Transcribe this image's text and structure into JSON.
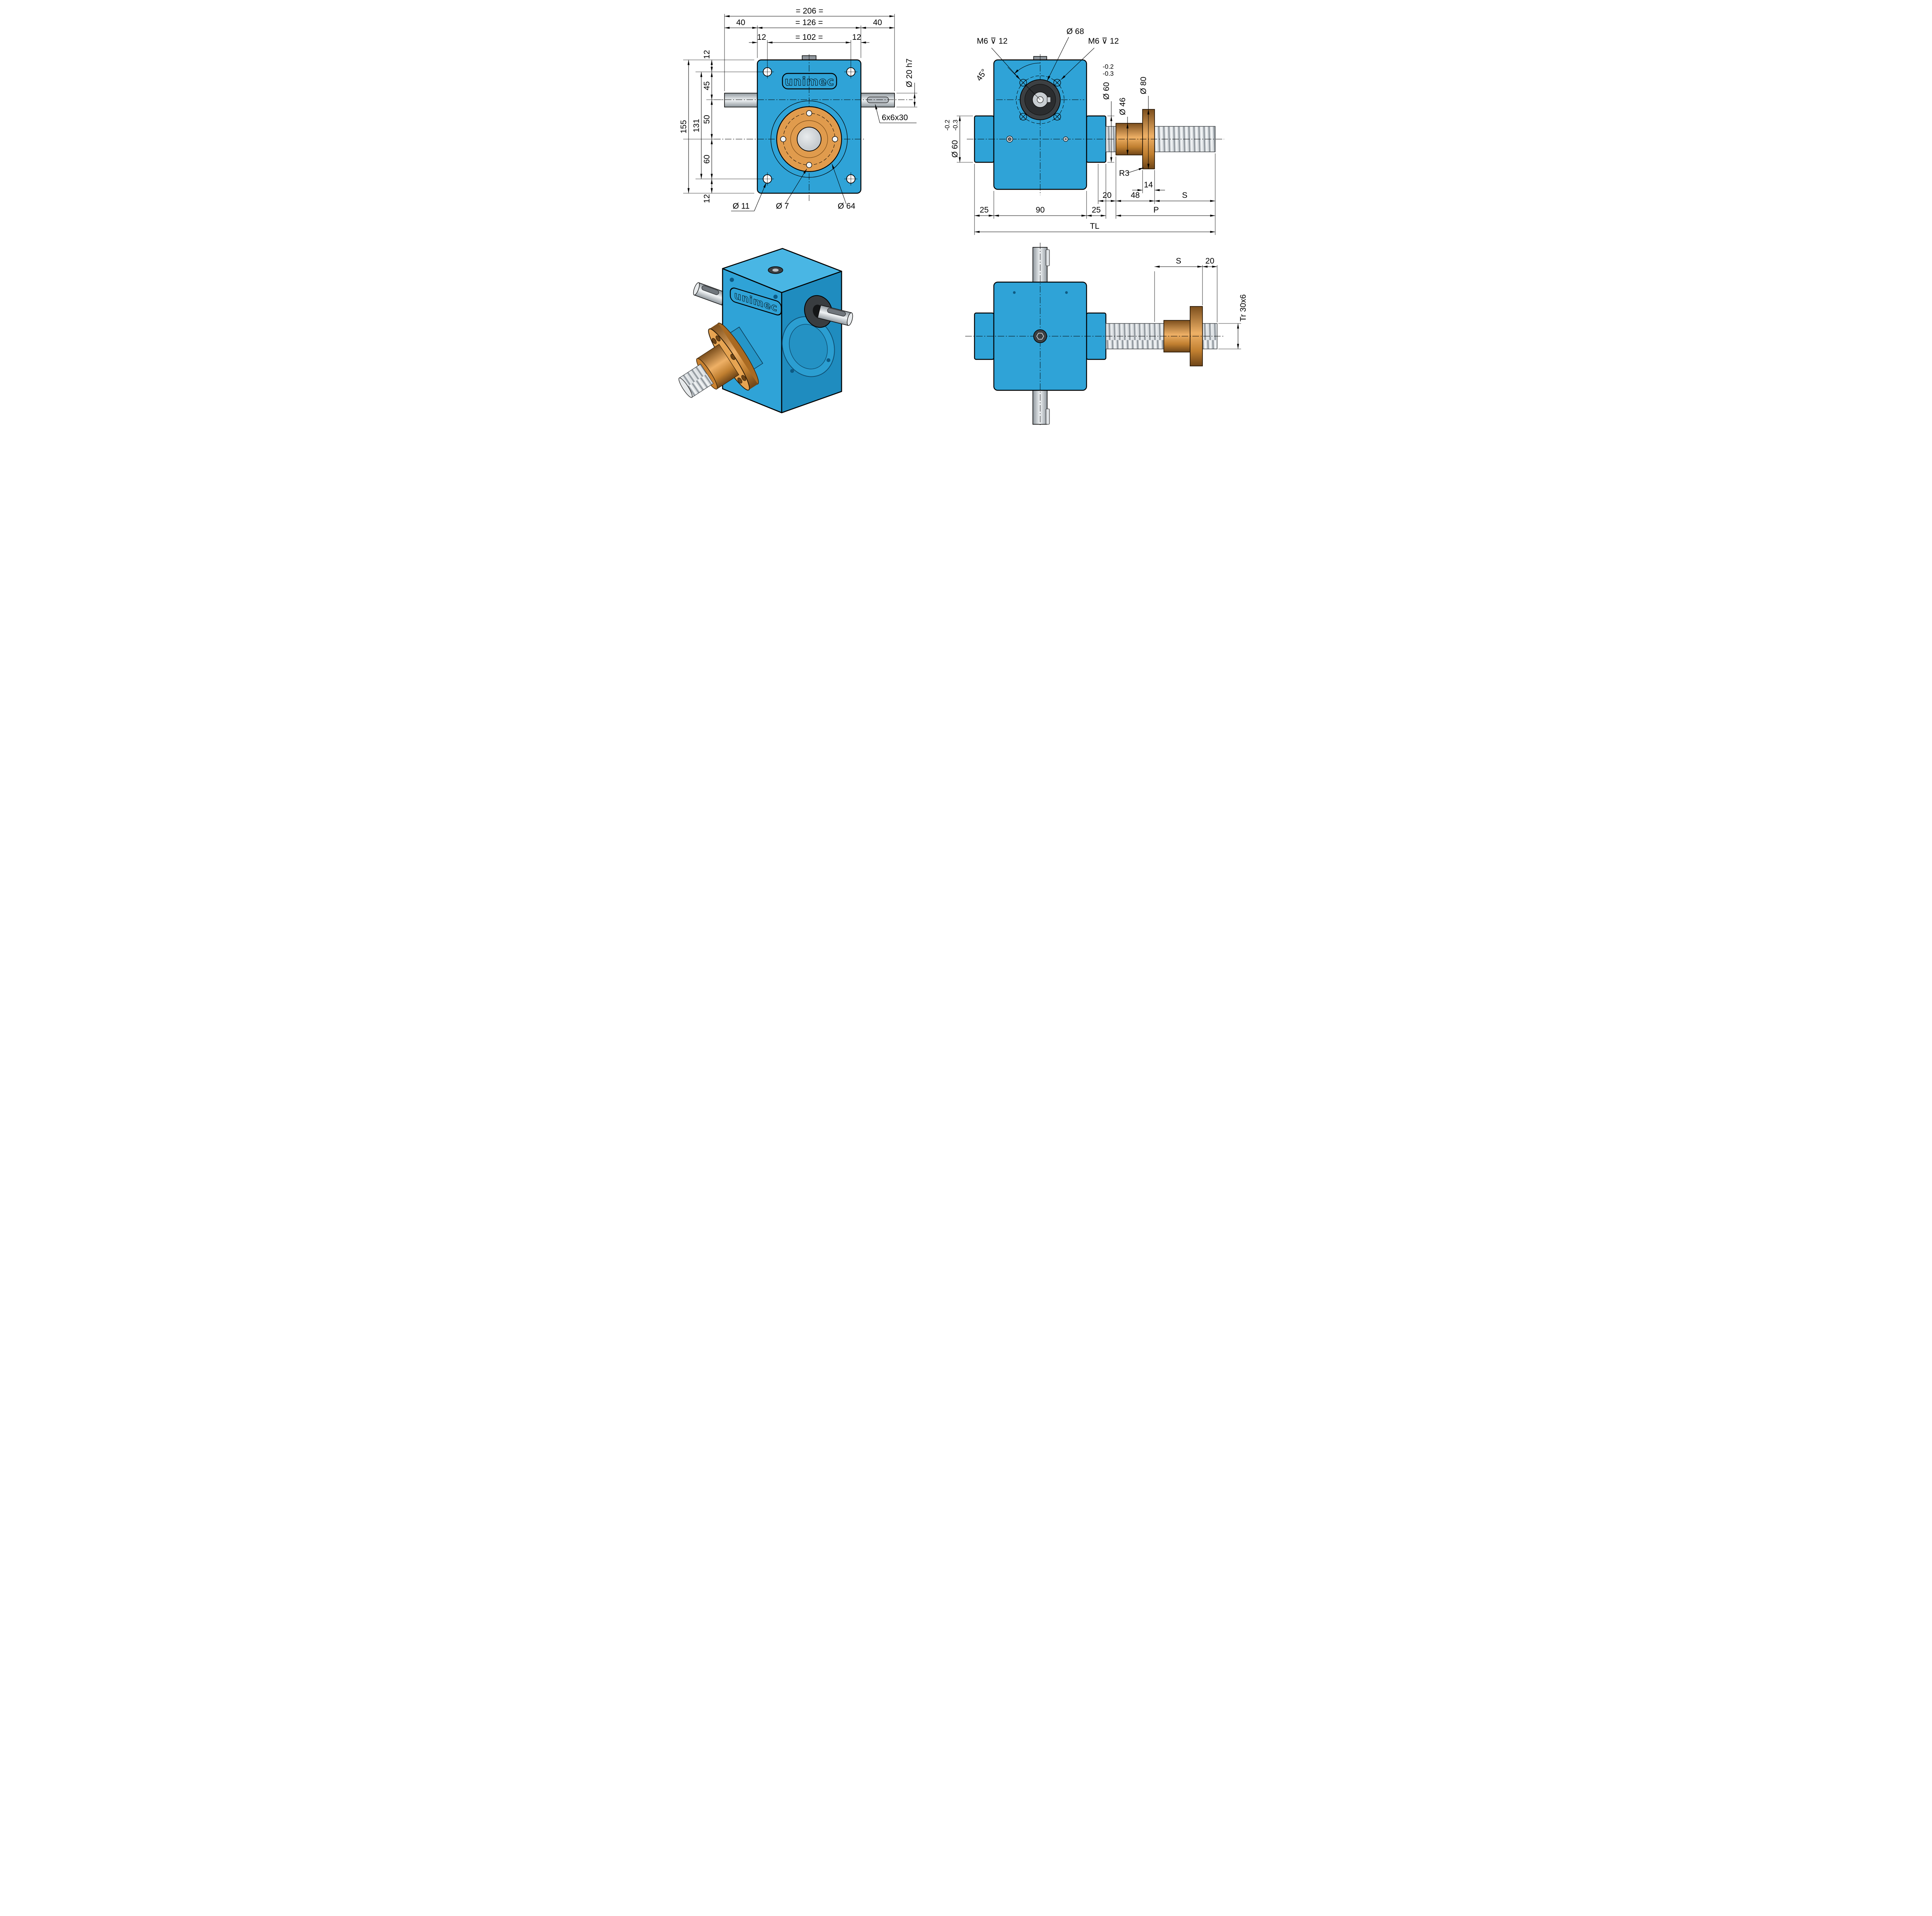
{
  "brand": {
    "logo": "unimec"
  },
  "colors": {
    "housing_blue": "#2fa3d7",
    "bronze": "#cf8a3c",
    "steel_gray": "#ccd1d5",
    "seal_dark": "#3c4043"
  },
  "front_view": {
    "dims": {
      "total_width": "= 206 =",
      "shaft_left": "40",
      "body_width": "= 126 =",
      "shaft_right": "40",
      "hole_inset_left": "12",
      "hole_spacing": "= 102 =",
      "hole_inset_right": "12",
      "hole_top": "12",
      "top_to_axis": "45",
      "axis_to_center": "50",
      "center_to_hole": "60",
      "hole_bottom": "12",
      "inner_height": "131",
      "total_height": "155"
    },
    "labels": {
      "shaft_dia": "Ø 20 h7",
      "key": "6x6x30",
      "mount_hole": "Ø 11",
      "flange_hole": "Ø 7",
      "flange_dia": "Ø 64"
    }
  },
  "side_view": {
    "labels": {
      "tap_left": "M6 ⊽ 12",
      "tap_right": "M6 ⊽ 12",
      "bore_dia": "Ø 68",
      "angle": "45°",
      "hub_dia": "Ø 60",
      "hub_tol_upper": "-0.2",
      "hub_tol_lower": "-0.3",
      "nut_dia": "Ø 46",
      "flange_dia": "Ø 80",
      "fillet": "R3"
    },
    "dims": {
      "flange_thickness": "14",
      "thread_stub": "20",
      "nut_length": "48",
      "stroke": "S",
      "hub_left": "25",
      "body_width": "90",
      "hub_right": "25",
      "protrusion": "P",
      "total_length": "TL"
    }
  },
  "top_view": {
    "dims": {
      "stroke": "S",
      "end": "20"
    },
    "labels": {
      "thread": "Tr 30x6"
    }
  }
}
